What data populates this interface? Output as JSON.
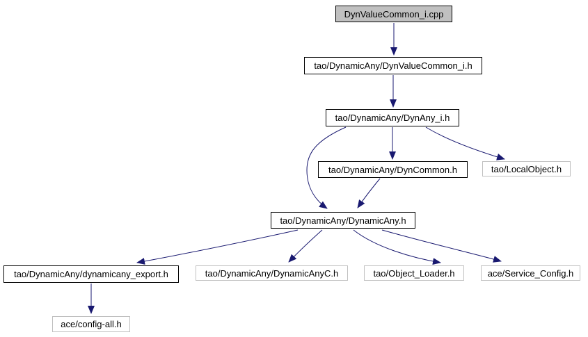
{
  "diagram": {
    "kind": "include-dependency-graph",
    "colors": {
      "background": "#ffffff",
      "edge": "#191970",
      "node_border": "#000000",
      "leaf_node_border": "#c0c0c0",
      "root_node_fill": "#c0c0c0",
      "node_fill": "#ffffff",
      "text": "#000000"
    },
    "nodes": [
      {
        "label": "DynValueCommon_i.cpp",
        "kind": "root"
      },
      {
        "label": "tao/DynamicAny/DynValueCommon_i.h",
        "kind": "linked"
      },
      {
        "label": "tao/DynamicAny/DynAny_i.h",
        "kind": "linked"
      },
      {
        "label": "tao/DynamicAny/DynCommon.h",
        "kind": "linked"
      },
      {
        "label": "tao/LocalObject.h",
        "kind": "plain"
      },
      {
        "label": "tao/DynamicAny/DynamicAny.h",
        "kind": "linked"
      },
      {
        "label": "tao/DynamicAny/dynamicany_export.h",
        "kind": "linked"
      },
      {
        "label": "tao/DynamicAny/DynamicAnyC.h",
        "kind": "plain"
      },
      {
        "label": "tao/Object_Loader.h",
        "kind": "plain"
      },
      {
        "label": "ace/Service_Config.h",
        "kind": "plain"
      },
      {
        "label": "ace/config-all.h",
        "kind": "plain"
      }
    ],
    "edges": [
      {
        "from": "DynValueCommon_i.cpp",
        "to": "tao/DynamicAny/DynValueCommon_i.h"
      },
      {
        "from": "tao/DynamicAny/DynValueCommon_i.h",
        "to": "tao/DynamicAny/DynAny_i.h"
      },
      {
        "from": "tao/DynamicAny/DynAny_i.h",
        "to": "tao/DynamicAny/DynCommon.h"
      },
      {
        "from": "tao/DynamicAny/DynAny_i.h",
        "to": "tao/LocalObject.h"
      },
      {
        "from": "tao/DynamicAny/DynAny_i.h",
        "to": "tao/DynamicAny/DynamicAny.h"
      },
      {
        "from": "tao/DynamicAny/DynCommon.h",
        "to": "tao/DynamicAny/DynamicAny.h"
      },
      {
        "from": "tao/DynamicAny/DynamicAny.h",
        "to": "tao/DynamicAny/dynamicany_export.h"
      },
      {
        "from": "tao/DynamicAny/DynamicAny.h",
        "to": "tao/DynamicAny/DynamicAnyC.h"
      },
      {
        "from": "tao/DynamicAny/DynamicAny.h",
        "to": "tao/Object_Loader.h"
      },
      {
        "from": "tao/DynamicAny/DynamicAny.h",
        "to": "ace/Service_Config.h"
      },
      {
        "from": "tao/DynamicAny/dynamicany_export.h",
        "to": "ace/config-all.h"
      }
    ]
  }
}
